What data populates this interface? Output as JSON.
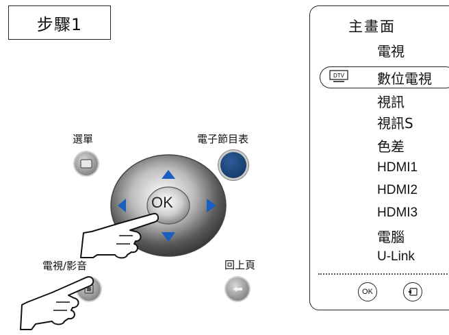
{
  "step": {
    "title": "步驟1"
  },
  "remote": {
    "menu_label": "選單",
    "epg_label": "電子節目表",
    "ok_label": "OK",
    "source_label": "電視/影音",
    "return_label": "回上頁",
    "icons": [
      "menu-button-icon",
      "epg-button-icon",
      "up-arrow-icon",
      "down-arrow-icon",
      "left-arrow-icon",
      "right-arrow-icon",
      "source-button-icon",
      "return-button-icon",
      "hand-pointer-icon"
    ],
    "epg_color": "#173e6d",
    "arrow_color": "#1a5fbf"
  },
  "menu": {
    "title": "主畫面",
    "items": [
      {
        "label": "電視"
      },
      {
        "label": "數位電視",
        "selected": true,
        "icon": "DTV"
      },
      {
        "label": "視訊"
      },
      {
        "label": "視訊S"
      },
      {
        "label": "色差"
      },
      {
        "label": "HDMI1"
      },
      {
        "label": "HDMI2"
      },
      {
        "label": "HDMI3"
      },
      {
        "label": "電腦"
      },
      {
        "label": "U-Link"
      }
    ],
    "footer_ok": "OK",
    "footer_icons": [
      "ok-button-icon",
      "source-button-icon"
    ]
  }
}
